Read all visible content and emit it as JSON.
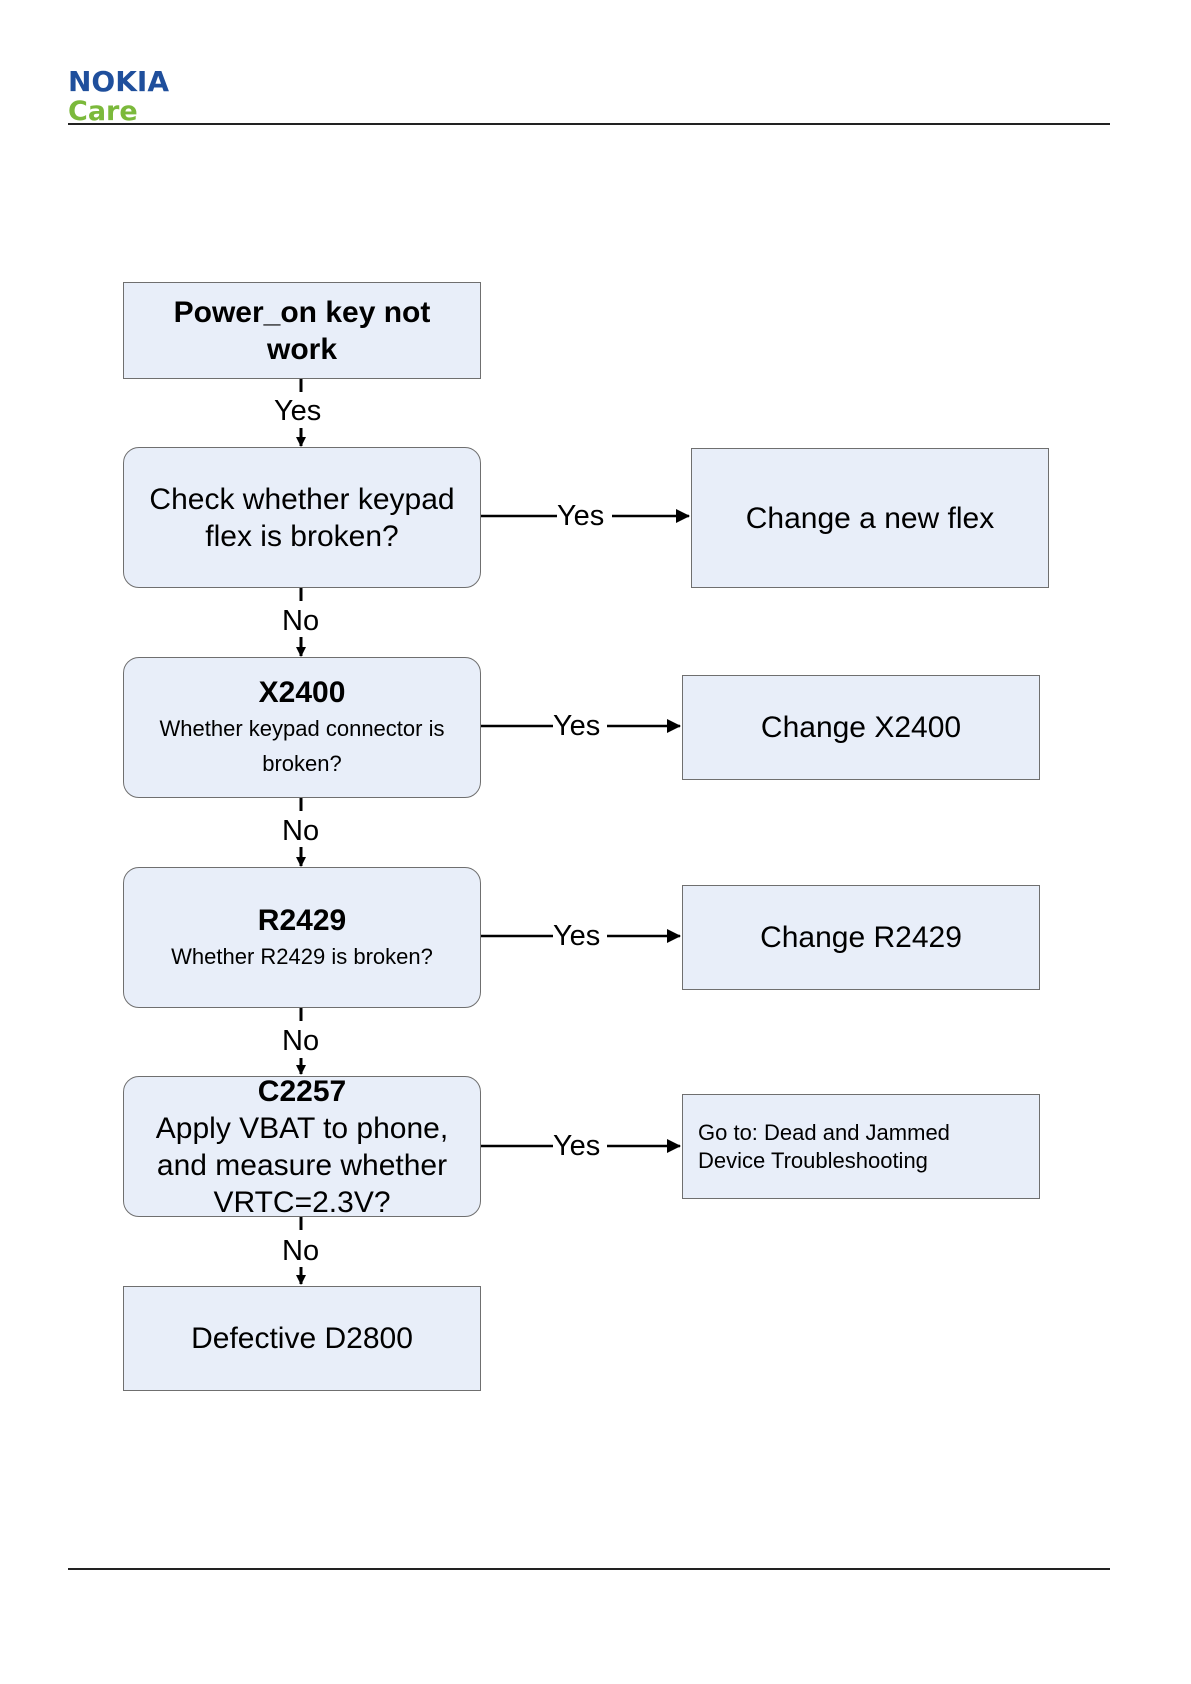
{
  "header": {
    "logo_nokia": "NOKIA",
    "logo_care": "Care"
  },
  "flow": {
    "start": {
      "line1": "Power_on key not",
      "line2": "work"
    },
    "q1": {
      "line1": "Check whether keypad",
      "line2": "flex is broken?"
    },
    "q1_action": "Change a new flex",
    "q2": {
      "title": "X2400",
      "line1": "Whether keypad connector is",
      "line2": "broken?"
    },
    "q2_action": "Change X2400",
    "q3": {
      "title": "R2429",
      "line1": "Whether R2429 is broken?"
    },
    "q3_action": "Change R2429",
    "q4": {
      "title": "C2257",
      "line1": "Apply VBAT to phone,",
      "line2": "and measure whether",
      "line3": "VRTC=2.3V?"
    },
    "q4_action": {
      "line1": "Go to: Dead and Jammed",
      "line2": "Device Troubleshooting"
    },
    "end": "Defective D2800",
    "labels": {
      "yes_start": "Yes",
      "yes_q1": "Yes",
      "no_q1": "No",
      "yes_q2": "Yes",
      "no_q2": "No",
      "yes_q3": "Yes",
      "no_q3": "No",
      "yes_q4": "Yes",
      "no_q4": "No"
    }
  },
  "colors": {
    "box_fill": "#e8eef9",
    "box_border": "#6f6f6f",
    "nokia_blue": "#1f4f9c",
    "care_green": "#7bb93b"
  }
}
